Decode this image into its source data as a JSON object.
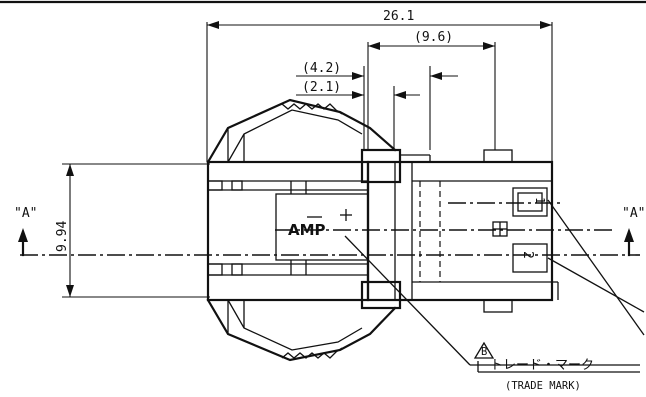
{
  "dimensions": {
    "overall_length": "26.1",
    "length_9_6": "(9.6)",
    "length_4_2": "(4.2)",
    "length_2_1": "(2.1)",
    "height": "9.94"
  },
  "section_marks": {
    "left_label": "\"A\"",
    "right_label": "\"A\""
  },
  "cavity_numbers": [
    "1",
    "2"
  ],
  "logo_text": "AMP",
  "revision_mark": "B",
  "trade_mark": {
    "japanese": "トレード・マーク",
    "english": "(TRADE MARK)"
  }
}
